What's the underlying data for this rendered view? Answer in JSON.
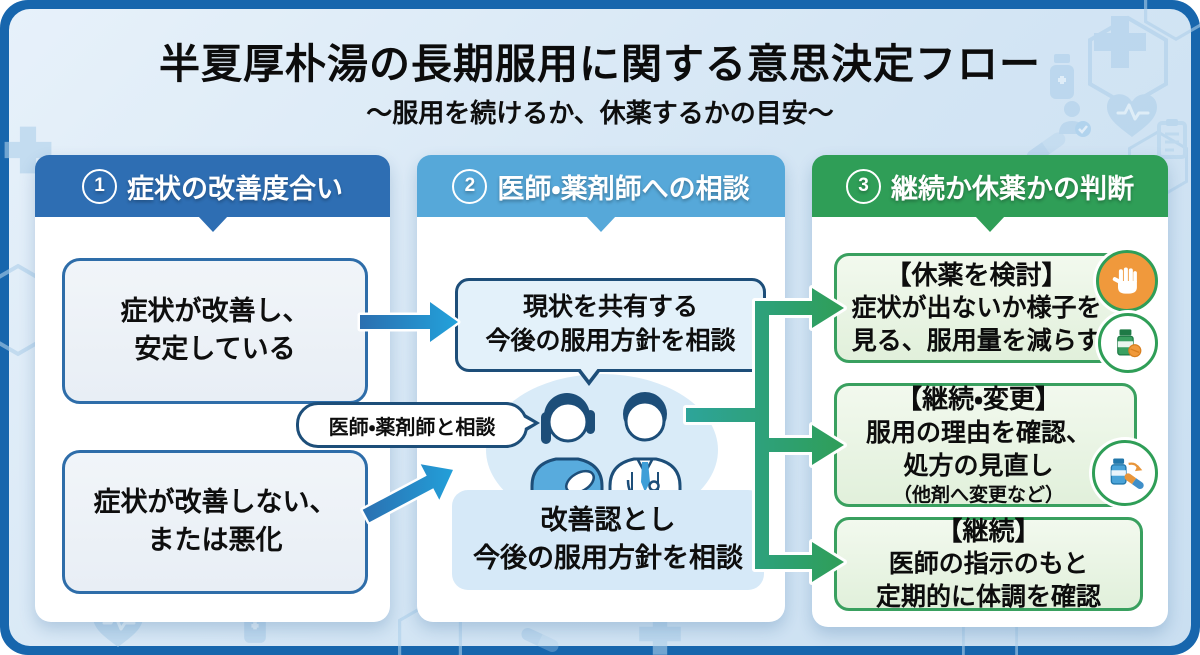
{
  "header": {
    "title": "半夏厚朴湯の長期服用に関する意思決定フロー",
    "subtitle": "〜服用を続けるか、休薬するかの目安〜"
  },
  "step1": {
    "number": "1",
    "heading": "症状の改善度合い",
    "box_improved": "症状が改善し、\n安定している",
    "box_worsened": "症状が改善しない、\nまたは悪化"
  },
  "step2": {
    "number": "2",
    "heading": "医師・薬剤師への相談",
    "bubble_share": "現状を共有する\n今後の服用方針を相談",
    "consult_label": "医師・薬剤師と相談",
    "bubble_review": "改善認とし\n今後の服用方針を相談"
  },
  "step3": {
    "number": "3",
    "heading": "継続か休薬かの判断",
    "outcome_pause": {
      "heading": "【休薬を検討】",
      "body": "症状が出ないか様子を\n見る、服用量を減らす"
    },
    "outcome_change": {
      "heading": "【継続・変更】",
      "body": "服用の理由を確認、\n処方の見直し",
      "note": "（他剤へ変更など）"
    },
    "outcome_continue": {
      "heading": "【継続】",
      "body": "医師の指示のもと\n定期的に体調を確認"
    }
  },
  "icons": {
    "pause": [
      "stop-hand-icon",
      "pill-bottle-icon"
    ],
    "change": [
      "medication-change-icon"
    ]
  },
  "colors": {
    "frame": "#1766ad",
    "step1_header": "#2e6eb3",
    "step2_header": "#56a8d9",
    "step3_header": "#2f9e57",
    "arrow_blue": "#2196cf",
    "arrow_green": "#2f9e57",
    "box_border_blue": "#2e6da9",
    "bubble_border_navy": "#1d4e79"
  }
}
